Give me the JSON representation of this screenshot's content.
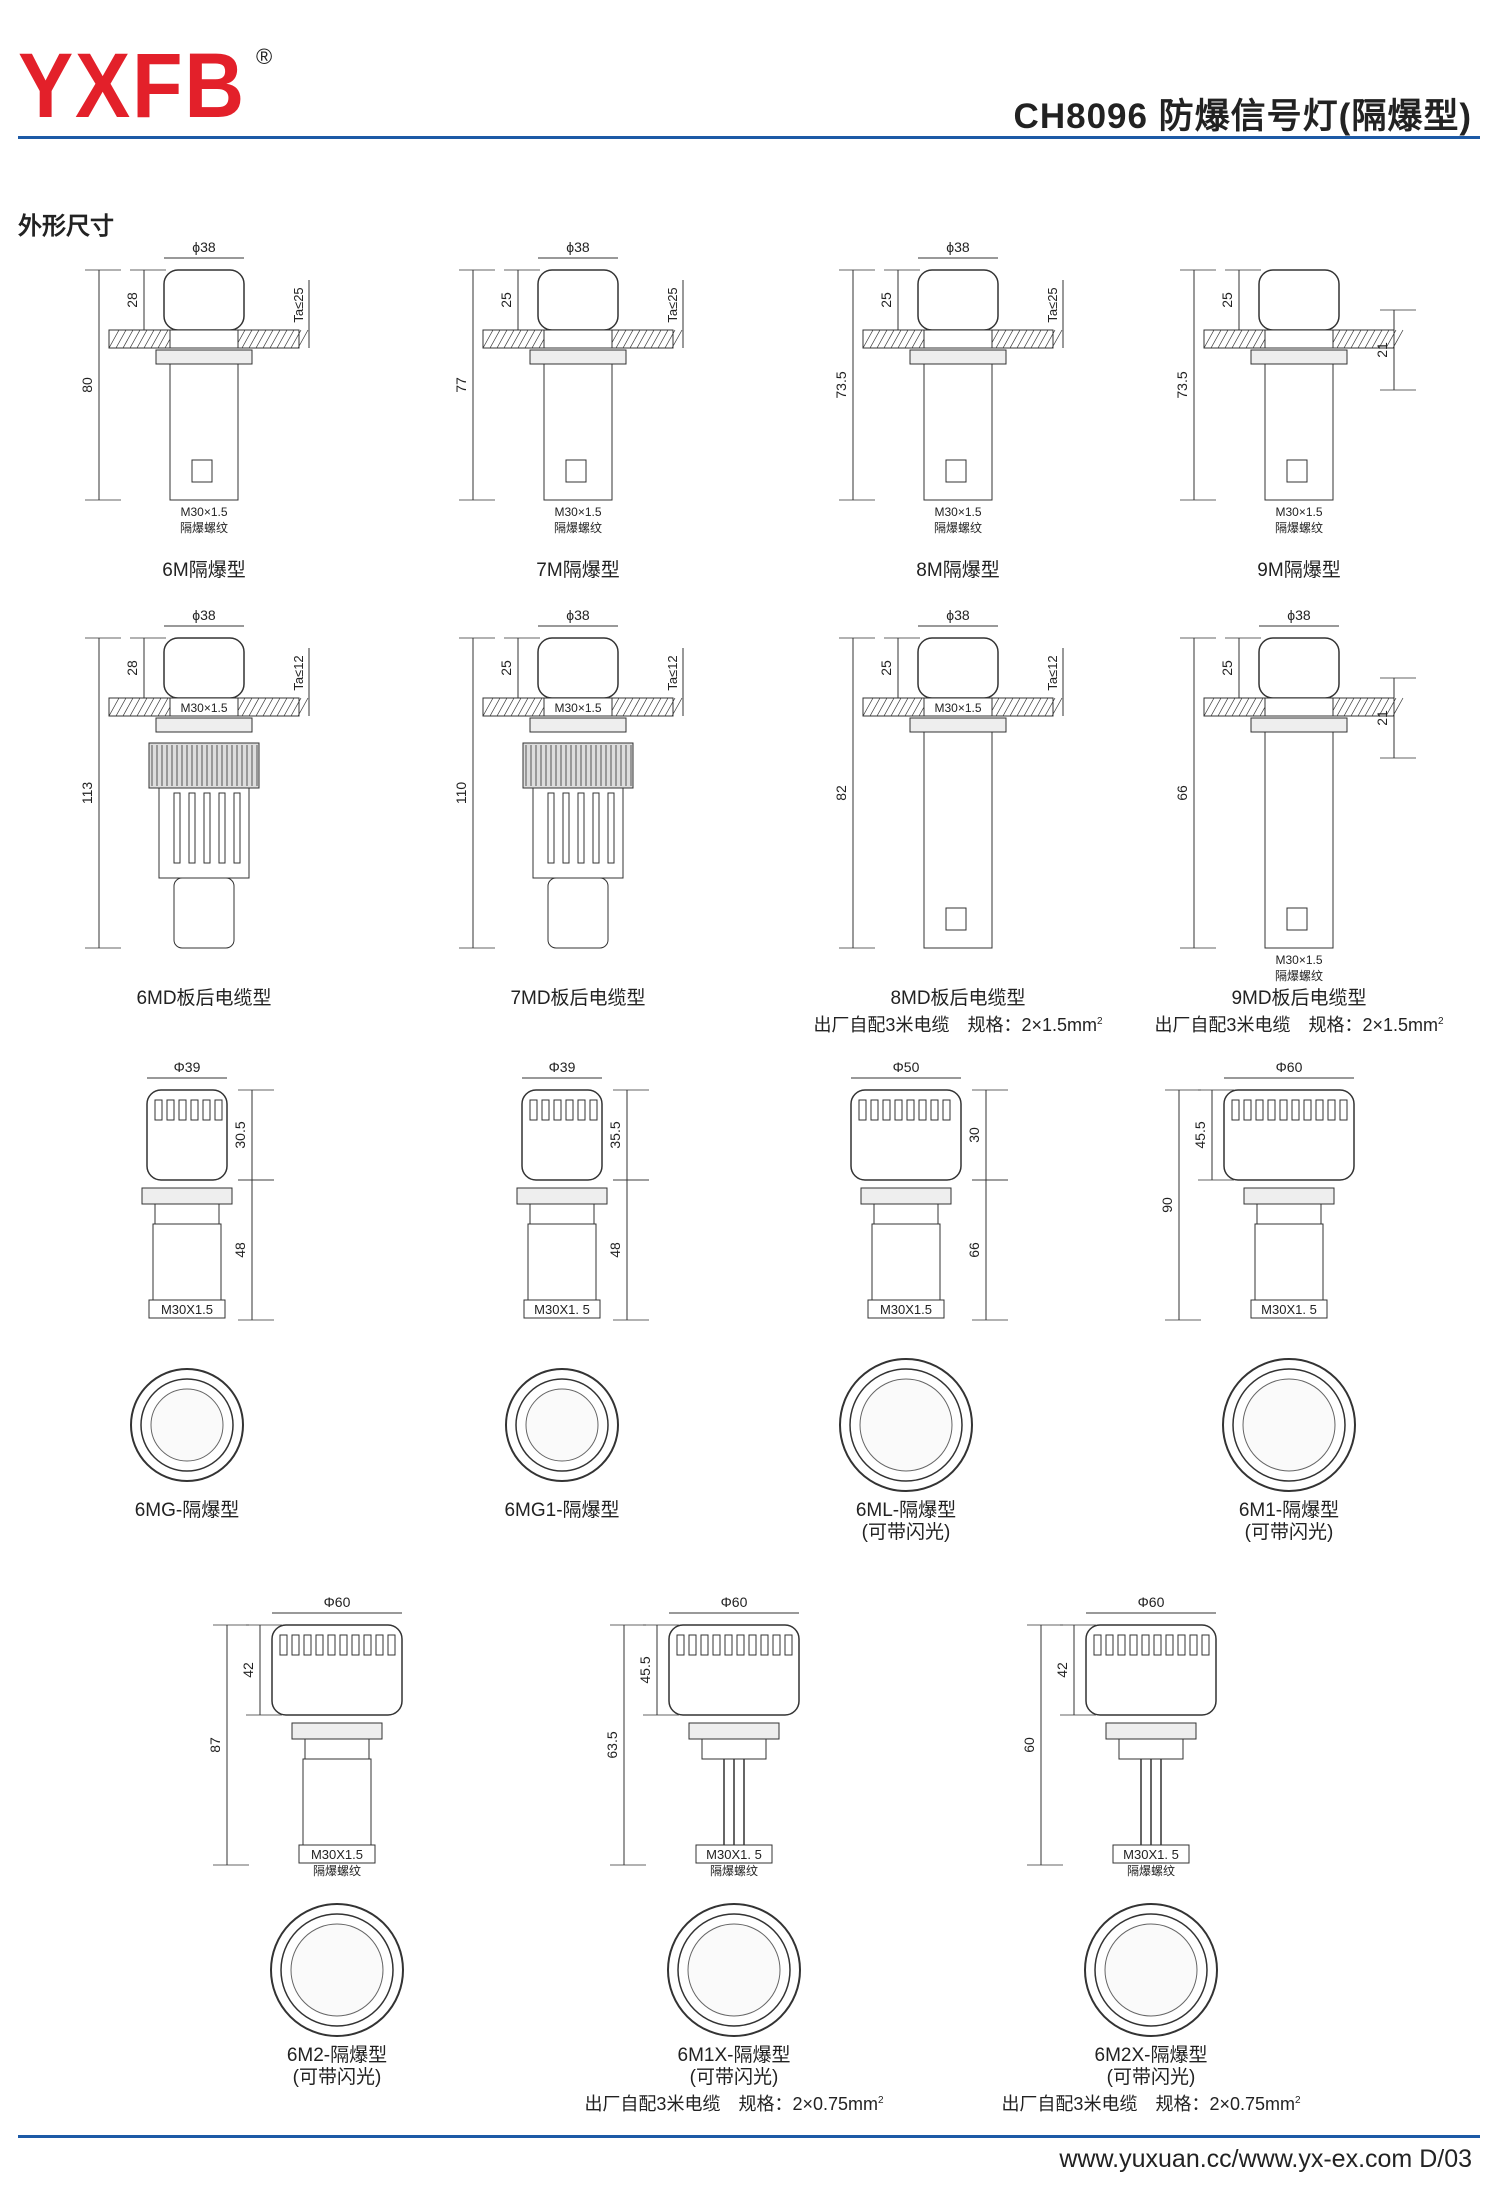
{
  "header": {
    "logo": "YXFB",
    "registered": "®",
    "title": "CH8096 防爆信号灯(隔爆型)"
  },
  "section_title": "外形尺寸",
  "colors": {
    "brand_red": "#e3202a",
    "rule_blue": "#1d5aa6"
  },
  "row1": [
    {
      "label": "6M隔爆型",
      "dia": "ϕ38",
      "total": "80",
      "head": "28",
      "ta": "Ta≤25",
      "thread": "M30×1.5",
      "thread_note": "隔爆螺纹"
    },
    {
      "label": "7M隔爆型",
      "dia": "ϕ38",
      "total": "77",
      "head": "25",
      "ta": "Ta≤25",
      "thread": "M30×1.5",
      "thread_note": "隔爆螺纹"
    },
    {
      "label": "8M隔爆型",
      "dia": "ϕ38",
      "total": "73.5",
      "head": "25",
      "ta": "Ta≤25",
      "thread": "M30×1.5",
      "thread_note": "隔爆螺纹"
    },
    {
      "label": "9M隔爆型",
      "total": "73.5",
      "head": "25",
      "side": "21",
      "thread": "M30×1.5",
      "thread_note": "隔爆螺纹"
    }
  ],
  "row2": [
    {
      "label": "6MD板后电缆型",
      "dia": "ϕ38",
      "total": "113",
      "head": "28",
      "ta": "Ta≤12",
      "thread": "M30×1.5"
    },
    {
      "label": "7MD板后电缆型",
      "dia": "ϕ38",
      "total": "110",
      "head": "25",
      "ta": "Ta≤12",
      "thread": "M30×1.5"
    },
    {
      "label": "8MD板后电缆型",
      "dia": "ϕ38",
      "total": "82",
      "head": "25",
      "ta": "Ta≤12",
      "thread": "M30×1.5",
      "note": "出厂自配3米电缆　规格：2×1.5mm",
      "note_sup": "2"
    },
    {
      "label": "9MD板后电缆型",
      "dia": "ϕ38",
      "total": "66",
      "head": "25",
      "side": "21",
      "thread": "M30×1.5",
      "thread_note": "隔爆螺纹",
      "note": "出厂自配3米电缆　规格：2×1.5mm",
      "note_sup": "2"
    }
  ],
  "row3": [
    {
      "label": "6MG-隔爆型",
      "dia": "Φ39",
      "head": "30.5",
      "body": "48",
      "thread": "M30X1.5"
    },
    {
      "label": "6MG1-隔爆型",
      "dia": "Φ39",
      "head": "35.5",
      "body": "48",
      "thread": "M30X1. 5"
    },
    {
      "label": "6ML-隔爆型",
      "label2": "(可带闪光)",
      "dia": "Φ50",
      "head": "30",
      "body": "66",
      "thread": "M30X1.5"
    },
    {
      "label": "6M1-隔爆型",
      "label2": "(可带闪光)",
      "dia": "Φ60",
      "total": "90",
      "head": "45.5",
      "thread": "M30X1. 5"
    }
  ],
  "row4": [
    {
      "label": "6M2-隔爆型",
      "label2": "(可带闪光)",
      "dia": "Φ60",
      "total": "87",
      "head": "42",
      "thread": "M30X1.5",
      "thread_note": "隔爆螺纹"
    },
    {
      "label": "6M1X-隔爆型",
      "label2": "(可带闪光)",
      "dia": "Φ60",
      "total": "63.5",
      "head": "45.5",
      "thread": "M30X1. 5",
      "thread_note": "隔爆螺纹",
      "note": "出厂自配3米电缆　规格：2×0.75mm",
      "note_sup": "2"
    },
    {
      "label": "6M2X-隔爆型",
      "label2": "(可带闪光)",
      "dia": "Φ60",
      "total": "60",
      "head": "42",
      "thread": "M30X1. 5",
      "thread_note": "隔爆螺纹",
      "note": "出厂自配3米电缆　规格：2×0.75mm",
      "note_sup": "2"
    }
  ],
  "footer": {
    "url": "www.yuxuan.cc/www.yx-ex.com  D/03"
  }
}
